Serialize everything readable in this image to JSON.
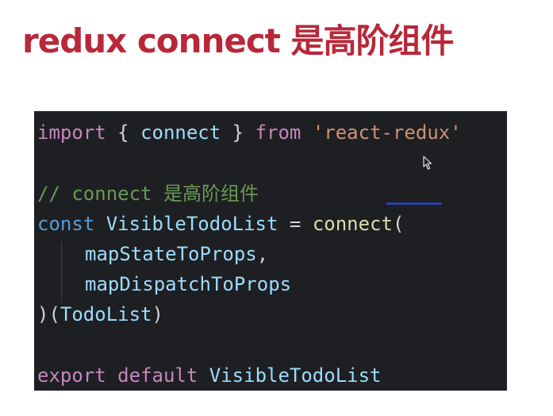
{
  "slide": {
    "title": "redux connect 是高阶组件"
  },
  "code": {
    "line1": {
      "kw_import": "import",
      "brace_open": " { ",
      "ident_connect": "connect",
      "brace_close": " } ",
      "kw_from": "from",
      "space": " ",
      "str": "'react-redux'"
    },
    "line2": {
      "comment": "// connect 是高阶组件"
    },
    "line3": {
      "kw_const": "const",
      "space1": " ",
      "ident": "VisibleTodoList",
      "eq": " = ",
      "func": "connect",
      "paren": "("
    },
    "line4": {
      "ident": "mapStateToProps",
      "comma": ","
    },
    "line5": {
      "ident": "mapDispatchToProps"
    },
    "line6": {
      "paren_open": ")(",
      "ident": "TodoList",
      "paren_close": ")"
    },
    "line7": {
      "kw_export": "export",
      "space1": " ",
      "kw_default": "default",
      "space2": " ",
      "ident": "VisibleTodoList"
    }
  },
  "icons": {
    "cursor": "mouse-pointer-icon"
  },
  "colors": {
    "title": "#b8283a",
    "panel_bg": "#1e1f22",
    "keyword_purple": "#c586c0",
    "keyword_blue": "#569cd6",
    "identifier": "#9cdcfe",
    "function": "#dcdcaa",
    "string": "#ce9178",
    "comment": "#6a9955"
  }
}
